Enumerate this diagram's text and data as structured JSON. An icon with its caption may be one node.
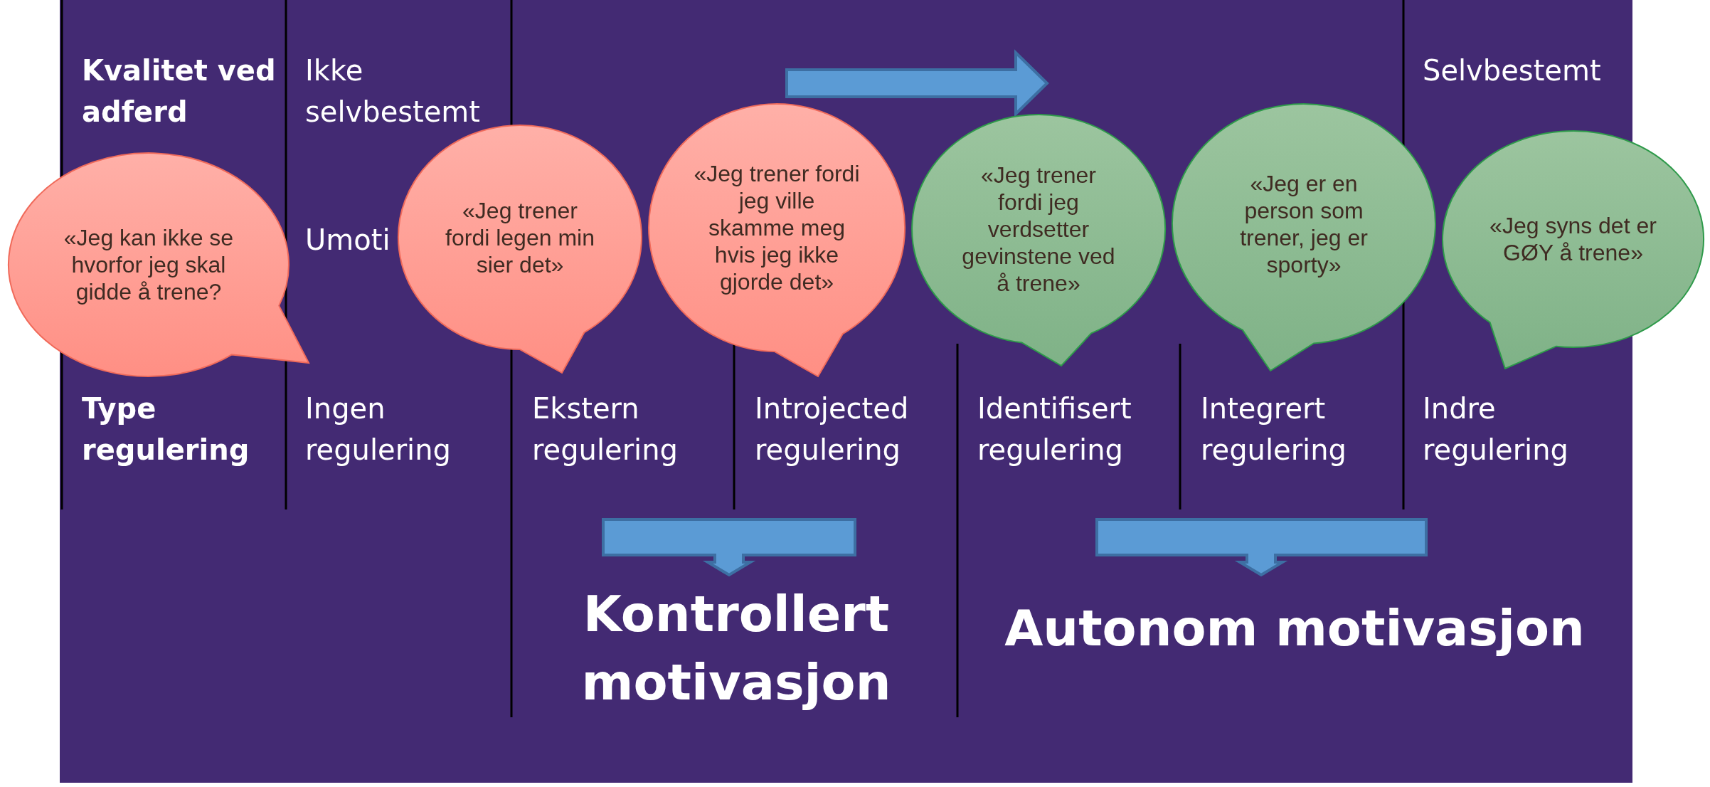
{
  "diagram": {
    "nodes": [
      {
        "text": [
          "«Jeg kan ikke se hvorfor jeg skal gidde å trene?"
        ]
      },
      {
        "text": [
          "«Jeg trener fordi legen min sier det»"
        ]
      },
      {
        "text": [
          "«Jeg trener fordi jeg ville skamme meg hvis jeg ikke gjorde det»"
        ]
      },
      {
        "text": [
          "«Jeg trener fordi jeg verdsetter gevinstene ved å trene»"
        ]
      },
      {
        "text": [
          "«Jeg er en person som trener, jeg er sporty»"
        ]
      },
      {
        "text": [
          "«Jeg syns det er GØY å trene»"
        ]
      }
    ],
    "labels": [
      "Kvalitet ved adferd",
      "Ikke selvbestemt",
      "Selvbestemt",
      "Umoti",
      "Type regulering",
      "Ingen regulering",
      "Ekstern regulering",
      "Introjected regulering",
      "Identifisert regulering",
      "Integrert regulering",
      "Indre regulering",
      "Kontrollert motivasjon",
      "Autonom motivasjon"
    ]
  }
}
